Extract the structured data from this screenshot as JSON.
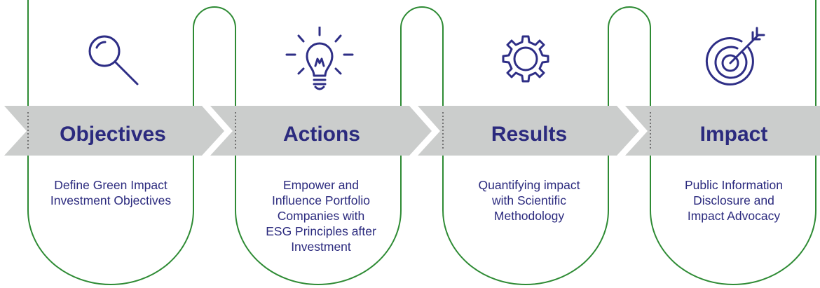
{
  "colors": {
    "accent_text": "#2b2a7e",
    "icon_stroke": "#2e2e86",
    "band": "#cbcdcc",
    "outline": "#2e8b34"
  },
  "stages": [
    {
      "title": "Objectives",
      "desc_lines": [
        "Define Green Impact",
        "Investment Objectives"
      ],
      "icon": "magnifying-glass-icon"
    },
    {
      "title": "Actions",
      "desc_lines": [
        "Empower and",
        "Influence Portfolio",
        "Companies with",
        "ESG Principles after",
        "Investment"
      ],
      "icon": "lightbulb-icon"
    },
    {
      "title": "Results",
      "desc_lines": [
        "Quantifying impact",
        "with Scientific",
        "Methodology"
      ],
      "icon": "gear-icon"
    },
    {
      "title": "Impact",
      "desc_lines": [
        "Public Information",
        "Disclosure and",
        "Impact Advocacy"
      ],
      "icon": "target-arrow-icon"
    }
  ]
}
